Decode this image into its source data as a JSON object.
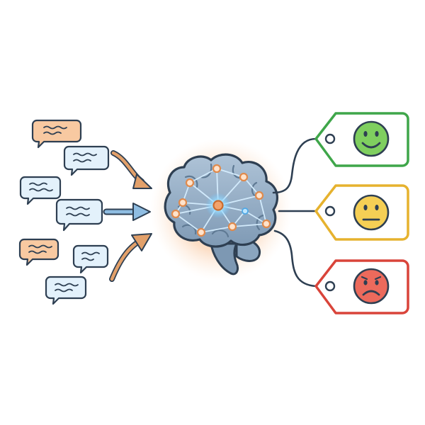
{
  "colors": {
    "background": "#ffffff",
    "outline": "#2e3f52",
    "bubble_orange_fill": "#f8c9a1",
    "bubble_orange_stroke": "#d27d45",
    "bubble_blue_fill": "#e3f1fb",
    "bubble_blue_stroke": "#5a87b4",
    "arrow_orange": "#e2a06a",
    "arrow_blue": "#8fbde2",
    "glow": "#f6b57c",
    "brain_fill": "#9cb5cd",
    "brain_shade": "#7d98b3",
    "network_line": "#cfe9ff",
    "node_fill": "#ffe3cc",
    "node_stroke": "#e08a4c",
    "core_glow": "#7ed2ff",
    "positive": "#3fa64a",
    "positive_face": "#7fcf5f",
    "neutral": "#e6b22e",
    "neutral_face": "#f5cf55",
    "negative": "#d9443a",
    "negative_face": "#ec6a5c"
  },
  "inputs": {
    "messages": [
      {
        "id": "msg-1",
        "tone": "orange",
        "tail": "left"
      },
      {
        "id": "msg-2",
        "tone": "blue",
        "tail": "left"
      },
      {
        "id": "msg-3",
        "tone": "blue",
        "tail": "left"
      },
      {
        "id": "msg-4",
        "tone": "blue",
        "tail": "left"
      },
      {
        "id": "msg-5",
        "tone": "orange",
        "tail": "left"
      },
      {
        "id": "msg-6",
        "tone": "blue",
        "tail": "left"
      },
      {
        "id": "msg-7",
        "tone": "blue",
        "tail": "left"
      }
    ]
  },
  "processor": {
    "icon": "brain-neural-network-icon"
  },
  "outputs": {
    "tags": [
      {
        "sentiment": "positive",
        "icon": "smiley-face-icon"
      },
      {
        "sentiment": "neutral",
        "icon": "neutral-face-icon"
      },
      {
        "sentiment": "negative",
        "icon": "sad-face-icon"
      }
    ]
  }
}
